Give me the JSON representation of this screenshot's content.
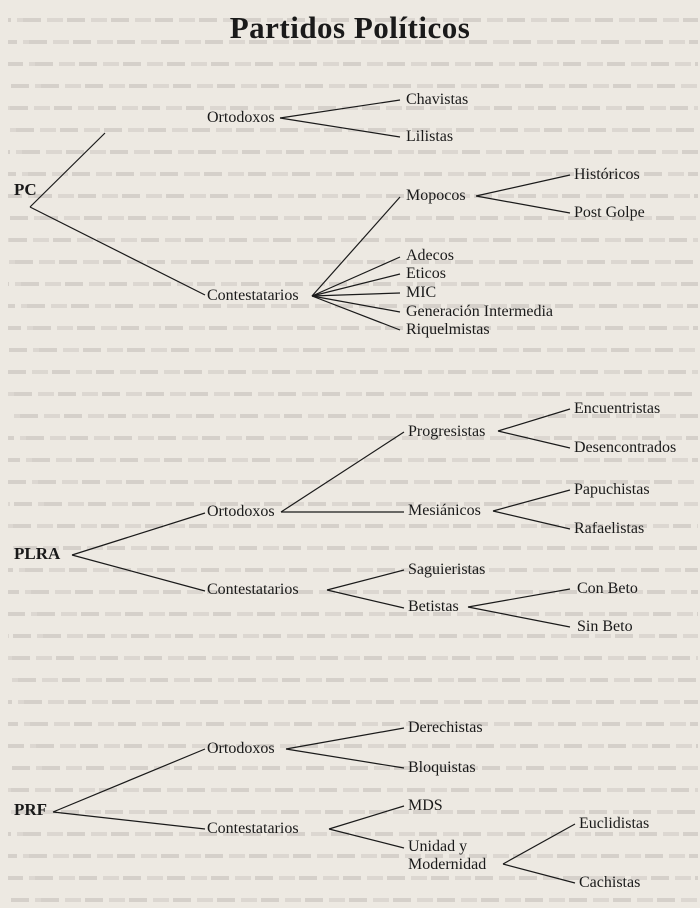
{
  "title": "Partidos Políticos",
  "parties": [
    {
      "name": "PC",
      "factions": [
        {
          "name": "Ortodoxos",
          "groups": [
            {
              "name": "Chavistas"
            },
            {
              "name": "Lilistas"
            }
          ]
        },
        {
          "name": "Contestatarios",
          "groups": [
            {
              "name": "Mopocos",
              "subgroups": [
                "Históricos",
                "Post Golpe"
              ]
            },
            {
              "name": "Adecos"
            },
            {
              "name": "Eticos"
            },
            {
              "name": "MIC"
            },
            {
              "name": "Generación Intermedia"
            },
            {
              "name": "Riquelmistas"
            }
          ]
        }
      ]
    },
    {
      "name": "PLRA",
      "factions": [
        {
          "name": "Ortodoxos",
          "groups": [
            {
              "name": "Progresistas",
              "subgroups": [
                "Encuentristas",
                "Desencontrados"
              ]
            },
            {
              "name": "Mesiánicos",
              "subgroups": [
                "Papuchistas",
                "Rafaelistas"
              ]
            }
          ]
        },
        {
          "name": "Contestatarios",
          "groups": [
            {
              "name": "Saguieristas"
            },
            {
              "name": "Betistas",
              "subgroups": [
                "Con Beto",
                "Sin Beto"
              ]
            }
          ]
        }
      ]
    },
    {
      "name": "PRF",
      "factions": [
        {
          "name": "Ortodoxos",
          "groups": [
            {
              "name": "Derechistas"
            },
            {
              "name": "Bloquistas"
            }
          ]
        },
        {
          "name": "Contestatarios",
          "groups": [
            {
              "name": "MDS"
            },
            {
              "name": "Unidad y Modernidad",
              "line1": "Unidad y",
              "line2": "Modernidad",
              "subgroups": [
                "Euclidistas",
                "Cachistas"
              ]
            }
          ]
        }
      ]
    }
  ]
}
